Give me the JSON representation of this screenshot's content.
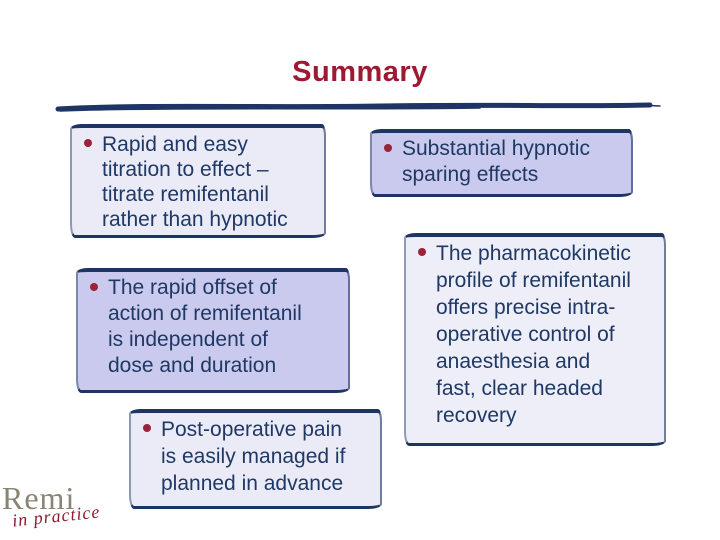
{
  "slide": {
    "title": "Summary",
    "colors": {
      "title_red": "#9c1b32",
      "body_navy": "#1f3864",
      "border_navy": "#1e3462",
      "bullet_red": "#9b2237",
      "box_fill_light": "#eaebf7",
      "box_fill_dark": "#c9caed",
      "logo_gray": "#8a8474",
      "logo_red": "#8e1d31"
    },
    "boxes": [
      {
        "id": "titration",
        "text": "Rapid and easy\ntitration to effect –\ntitrate remifentanil\nrather than hypnotic"
      },
      {
        "id": "hypnotic-sparing",
        "text": "Substantial hypnotic\nsparing effects"
      },
      {
        "id": "rapid-offset",
        "text": "The rapid offset of\naction of remifentanil\nis independent of\ndose and duration"
      },
      {
        "id": "pharmacokinetic",
        "text": "The pharmacokinetic\nprofile of remifentanil\noffers precise intra-\noperative control of\nanaesthesia and\nfast, clear headed\nrecovery"
      },
      {
        "id": "post-op-pain",
        "text": "Post-operative pain\nis easily managed if\nplanned in advance"
      }
    ],
    "logo": {
      "name": "Remi",
      "tagline": "in practice"
    }
  }
}
